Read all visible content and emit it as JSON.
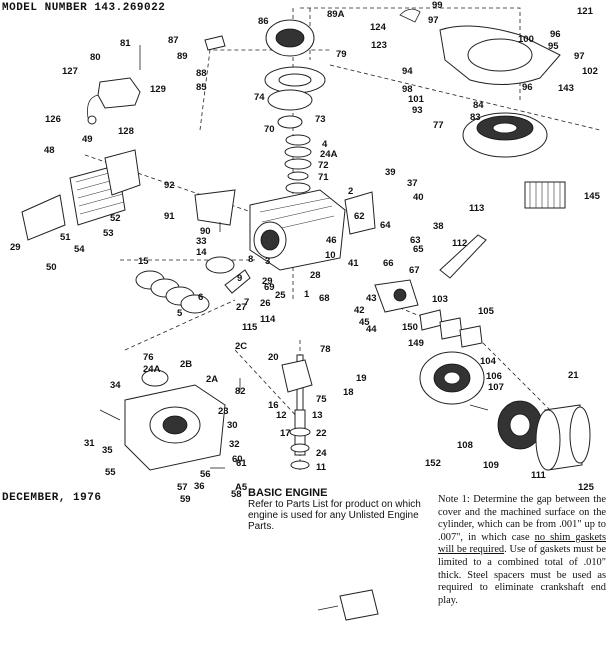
{
  "header": {
    "model_number": "MODEL NUMBER 143.269022"
  },
  "footer": {
    "date": "DECEMBER, 1976"
  },
  "basic_engine": {
    "title": "BASIC ENGINE",
    "text": "Refer to Parts List for product on which engine is used for any Unlisted Engine Parts."
  },
  "note": {
    "before": "Note 1: Determine the gap between the cover and the machined surface on the cylinder, which can be from .001\" up to .007\", in which case ",
    "underlined": "no shim gaskets will be required",
    "after": ". Use of gaskets must be limited to a combined total of .010\" thick. Steel spacers must be used as required to eliminate crankshaft end play."
  },
  "part_labels": [
    "81",
    "80",
    "127",
    "126",
    "129",
    "128",
    "87",
    "86",
    "89",
    "88",
    "85",
    "89A",
    "79",
    "74",
    "70",
    "73",
    "124",
    "123",
    "99",
    "97",
    "121",
    "100",
    "96",
    "95",
    "97",
    "102",
    "94",
    "98",
    "101",
    "93",
    "84",
    "83",
    "96",
    "143",
    "77",
    "4",
    "24A",
    "72",
    "71",
    "2",
    "39",
    "37",
    "40",
    "38",
    "92",
    "91",
    "90",
    "33",
    "48",
    "49",
    "52",
    "53",
    "51",
    "54",
    "29",
    "50",
    "14",
    "15",
    "8",
    "9",
    "7",
    "6",
    "5",
    "10",
    "3",
    "28",
    "69",
    "25",
    "26",
    "27",
    "29",
    "1",
    "68",
    "115",
    "114",
    "62",
    "64",
    "46",
    "63",
    "65",
    "66",
    "67",
    "41",
    "43",
    "42",
    "45",
    "44",
    "150",
    "149",
    "113",
    "112",
    "145",
    "103",
    "105",
    "104",
    "106",
    "107",
    "108",
    "109",
    "111",
    "125",
    "21",
    "78",
    "20",
    "19",
    "18",
    "17",
    "16",
    "12",
    "13",
    "22",
    "24",
    "11",
    "75",
    "76",
    "24A",
    "2B",
    "2C",
    "2A",
    "82",
    "34",
    "23",
    "30",
    "31",
    "35",
    "32",
    "60",
    "61",
    "56",
    "36",
    "55",
    "57",
    "59",
    "58",
    "A5",
    "152"
  ]
}
